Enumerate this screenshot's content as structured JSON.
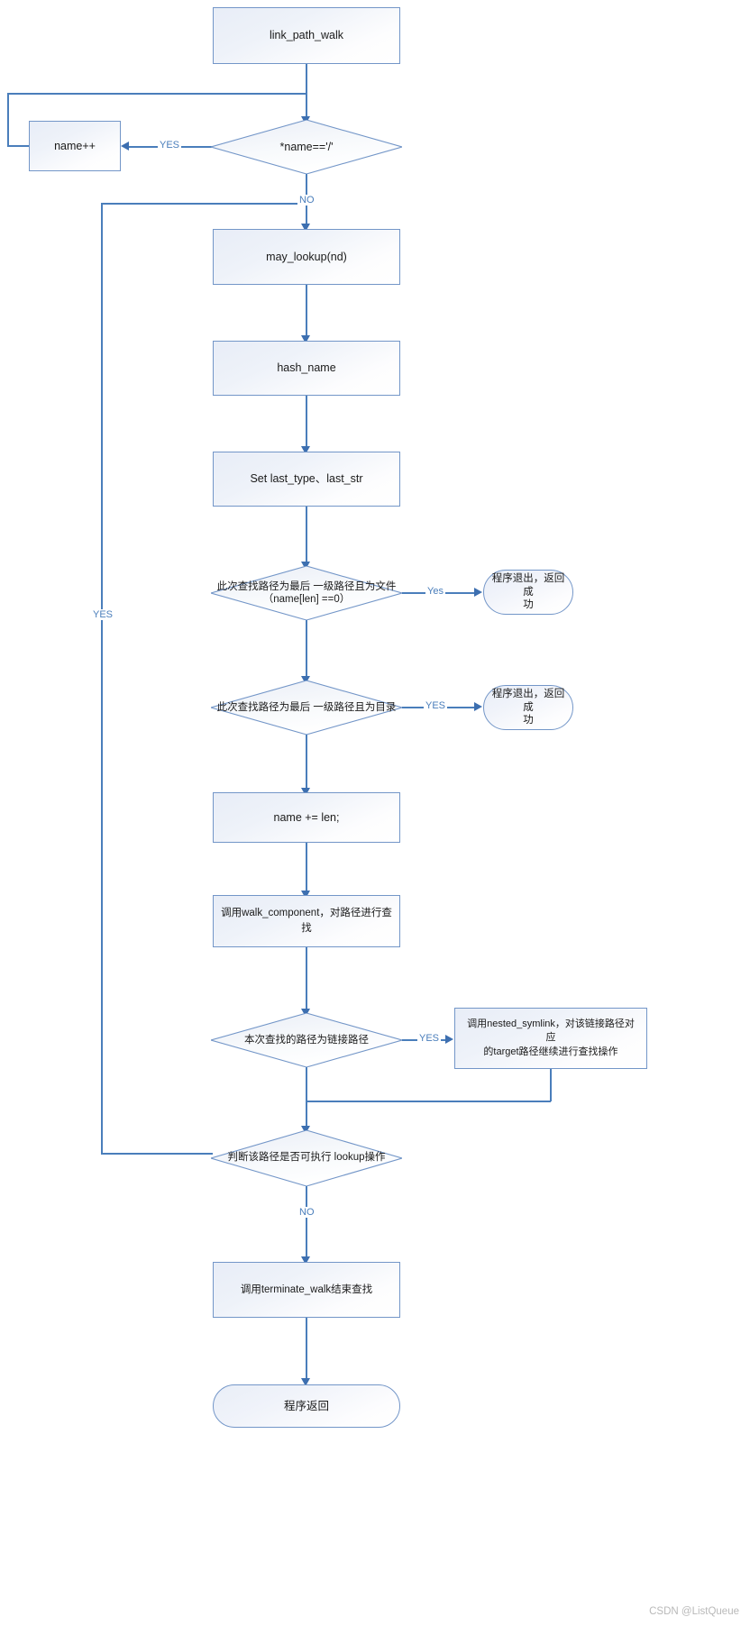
{
  "diagram": {
    "type": "flowchart",
    "title": "link_path_walk",
    "watermark": "CSDN @ListQueue",
    "accent_color": "#4a7ebb",
    "node_fill": "#eef2f9",
    "node_border": "#7396c8",
    "nodes": [
      {
        "id": "start",
        "shape": "process",
        "label": "link_path_walk"
      },
      {
        "id": "is_slash",
        "shape": "decision",
        "label": "*name=='/'"
      },
      {
        "id": "name_inc",
        "shape": "process",
        "label": "name++"
      },
      {
        "id": "may_lookup",
        "shape": "process",
        "label": "may_lookup(nd)"
      },
      {
        "id": "hash_name",
        "shape": "process",
        "label": "hash_name"
      },
      {
        "id": "set_last",
        "shape": "process",
        "label": "Set last_type、last_str"
      },
      {
        "id": "last_file",
        "shape": "decision",
        "label": "此次查找路径为最后\n一级路径且为文件\n（name[len] ==0）"
      },
      {
        "id": "exit_ok_1",
        "shape": "terminal",
        "label": "程序退出，返回成\n功"
      },
      {
        "id": "last_dir",
        "shape": "decision",
        "label": "此次查找路径为最后\n一级路径且为目录"
      },
      {
        "id": "exit_ok_2",
        "shape": "terminal",
        "label": "程序退出，返回成\n功"
      },
      {
        "id": "name_add_len",
        "shape": "process",
        "label": "name += len;"
      },
      {
        "id": "walk_comp",
        "shape": "process",
        "label": "调用walk_component，对路径进行查找"
      },
      {
        "id": "is_link",
        "shape": "decision",
        "label": "本次查找的路径为链接路径"
      },
      {
        "id": "nested_sym",
        "shape": "process",
        "label": "调用nested_symlink，对该链接路径对应\n的target路径继续进行查找操作"
      },
      {
        "id": "can_lookup",
        "shape": "decision",
        "label": "判断该路径是否可执行\nlookup操作"
      },
      {
        "id": "terminate",
        "shape": "process",
        "label": "调用terminate_walk结束查找"
      },
      {
        "id": "ret",
        "shape": "terminal",
        "label": "程序返回"
      }
    ],
    "edge_labels": {
      "is_slash_yes": "YES",
      "is_slash_no": "NO",
      "last_file_yes": "Yes",
      "last_dir_yes": "YES",
      "is_link_yes": "YES",
      "can_lookup_yes": "YES",
      "can_lookup_no": "NO"
    }
  }
}
